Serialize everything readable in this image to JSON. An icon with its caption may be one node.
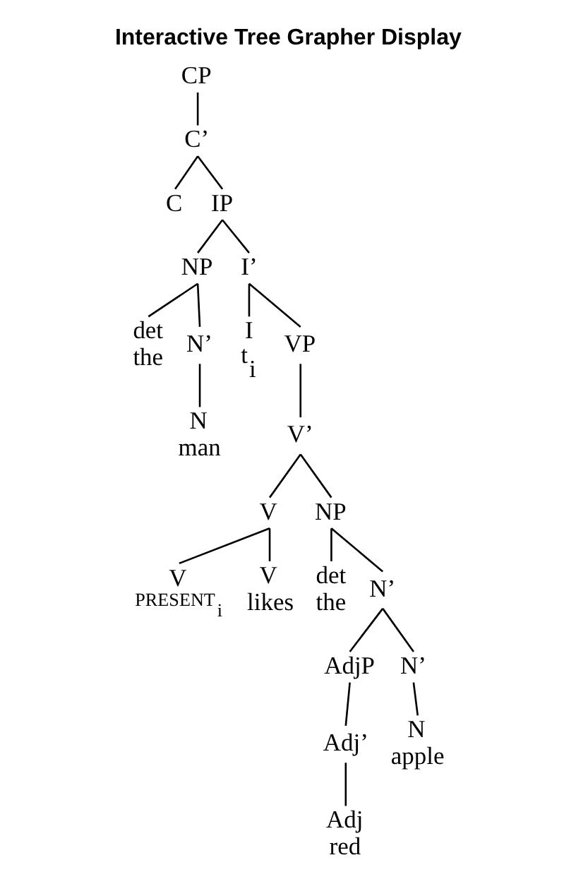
{
  "diagram": {
    "title": "Interactive Tree Grapher Display",
    "nodes": [
      {
        "text": [
          "CP"
        ]
      },
      {
        "text": [
          "C’"
        ]
      },
      {
        "text": [
          "C"
        ]
      },
      {
        "text": [
          "IP"
        ]
      },
      {
        "text": [
          "NP"
        ]
      },
      {
        "text": [
          "det",
          "the"
        ]
      },
      {
        "text": [
          "N’"
        ]
      },
      {
        "text": [
          "N",
          "man"
        ]
      },
      {
        "text": [
          "I’"
        ]
      },
      {
        "text": [
          "I",
          "t$_{i}$"
        ]
      },
      {
        "text": [
          "VP"
        ]
      },
      {
        "text": [
          "V’"
        ]
      },
      {
        "text": [
          "V"
        ]
      },
      {
        "text": [
          "V",
          "PRESENT$_{i}$"
        ]
      },
      {
        "text": [
          "V",
          "likes"
        ]
      },
      {
        "text": [
          "NP"
        ]
      },
      {
        "text": [
          "det",
          "the"
        ]
      },
      {
        "text": [
          "N’"
        ]
      },
      {
        "text": [
          "AdjP"
        ]
      },
      {
        "text": [
          "Adj’"
        ]
      },
      {
        "text": [
          "Adj",
          "red"
        ]
      },
      {
        "text": [
          "N’"
        ]
      },
      {
        "text": [
          "N",
          "apple"
        ]
      }
    ],
    "edges": [
      {
        "from": 0,
        "to": 1,
        "arrow": "none"
      },
      {
        "from": 1,
        "to": 2,
        "arrow": "none"
      },
      {
        "from": 1,
        "to": 3,
        "arrow": "none"
      },
      {
        "from": 3,
        "to": 4,
        "arrow": "none"
      },
      {
        "from": 3,
        "to": 8,
        "arrow": "none"
      },
      {
        "from": 4,
        "to": 5,
        "arrow": "none"
      },
      {
        "from": 4,
        "to": 6,
        "arrow": "none"
      },
      {
        "from": 6,
        "to": 7,
        "arrow": "none"
      },
      {
        "from": 8,
        "to": 9,
        "arrow": "none"
      },
      {
        "from": 8,
        "to": 10,
        "arrow": "none"
      },
      {
        "from": 10,
        "to": 11,
        "arrow": "none"
      },
      {
        "from": 11,
        "to": 12,
        "arrow": "none"
      },
      {
        "from": 11,
        "to": 15,
        "arrow": "none"
      },
      {
        "from": 12,
        "to": 13,
        "arrow": "none"
      },
      {
        "from": 12,
        "to": 14,
        "arrow": "none"
      },
      {
        "from": 15,
        "to": 16,
        "arrow": "none"
      },
      {
        "from": 15,
        "to": 17,
        "arrow": "none"
      },
      {
        "from": 17,
        "to": 18,
        "arrow": "none"
      },
      {
        "from": 17,
        "to": 21,
        "arrow": "none"
      },
      {
        "from": 18,
        "to": 19,
        "arrow": "none"
      },
      {
        "from": 19,
        "to": 20,
        "arrow": "none"
      },
      {
        "from": 21,
        "to": 22,
        "arrow": "none"
      }
    ]
  }
}
